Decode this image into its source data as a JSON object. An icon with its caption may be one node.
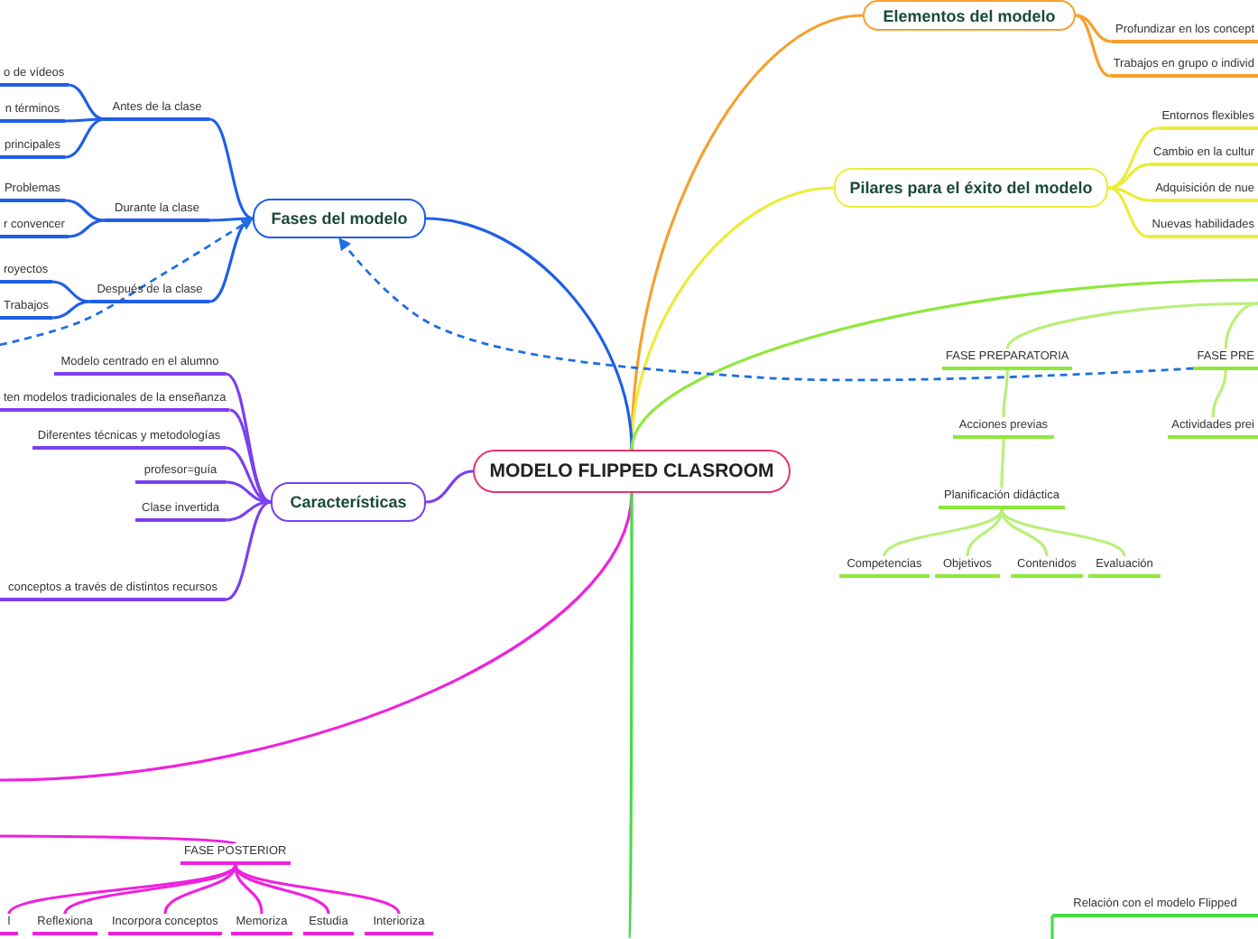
{
  "diagram": {
    "nodes": [
      {
        "text": [
          "MODELO FLIPPED CLASROOM"
        ]
      },
      {
        "text": [
          "Elementos del modelo"
        ]
      },
      {
        "text": [
          "Profundizar en los concept"
        ]
      },
      {
        "text": [
          "Trabajos en grupo o individ"
        ]
      },
      {
        "text": [
          "Pilares para el éxito del modelo"
        ]
      },
      {
        "text": [
          "Entornos flexibles"
        ]
      },
      {
        "text": [
          "Cambio en la cultur"
        ]
      },
      {
        "text": [
          "Adquisición de nue"
        ]
      },
      {
        "text": [
          "Nuevas habilidades"
        ]
      },
      {
        "text": [
          "Fases del modelo"
        ]
      },
      {
        "text": [
          "Antes de la clase"
        ]
      },
      {
        "text": [
          "o de vídeos"
        ]
      },
      {
        "text": [
          "n términos"
        ]
      },
      {
        "text": [
          "principales"
        ]
      },
      {
        "text": [
          "Durante la clase"
        ]
      },
      {
        "text": [
          "Problemas"
        ]
      },
      {
        "text": [
          "r convencer"
        ]
      },
      {
        "text": [
          "Después de la clase"
        ]
      },
      {
        "text": [
          "royectos"
        ]
      },
      {
        "text": [
          "Trabajos"
        ]
      },
      {
        "text": [
          "Características"
        ]
      },
      {
        "text": [
          "Modelo centrado en el alumno"
        ]
      },
      {
        "text": [
          "ten modelos tradicionales de la enseñanza"
        ]
      },
      {
        "text": [
          "Diferentes técnicas y metodologías"
        ]
      },
      {
        "text": [
          "profesor=guía"
        ]
      },
      {
        "text": [
          "Clase invertida"
        ]
      },
      {
        "text": [
          "conceptos a través de distintos recursos"
        ]
      },
      {
        "text": [
          "FASE POSTERIOR"
        ]
      },
      {
        "text": [
          "l"
        ]
      },
      {
        "text": [
          "Reflexiona"
        ]
      },
      {
        "text": [
          "Incorpora conceptos"
        ]
      },
      {
        "text": [
          "Memoriza"
        ]
      },
      {
        "text": [
          "Estudia"
        ]
      },
      {
        "text": [
          "Interioriza"
        ]
      },
      {
        "text": [
          "FASE PREPARATORIA"
        ]
      },
      {
        "text": [
          "FASE PRE"
        ]
      },
      {
        "text": [
          "Acciones previas"
        ]
      },
      {
        "text": [
          "Actividades prei"
        ]
      },
      {
        "text": [
          "Planificación didáctica"
        ]
      },
      {
        "text": [
          "Competencias"
        ]
      },
      {
        "text": [
          "Objetivos"
        ]
      },
      {
        "text": [
          "Contenidos"
        ]
      },
      {
        "text": [
          "Evaluación"
        ]
      },
      {
        "text": [
          "Relación con el modelo Flipped"
        ]
      }
    ],
    "edges": [
      {
        "from": 0,
        "to": 1,
        "arrow": "none",
        "color": "#f5a030"
      },
      {
        "from": 0,
        "to": 4,
        "arrow": "none",
        "color": "#ecec3a"
      },
      {
        "from": 0,
        "to": 9,
        "arrow": "none",
        "color": "#1f5fe8"
      },
      {
        "from": 0,
        "to": 20,
        "arrow": "none",
        "color": "#7b3ff0"
      },
      {
        "from": 0,
        "to": null,
        "arrow": "none",
        "color": "#ee22dd"
      },
      {
        "from": 0,
        "to": null,
        "arrow": "none",
        "color": "#8ee83a"
      },
      {
        "from": 0,
        "to": null,
        "arrow": "none",
        "color": "#44dd44"
      },
      {
        "from": 1,
        "to": 2,
        "arrow": "none",
        "color": "#f5a030"
      },
      {
        "from": 1,
        "to": 3,
        "arrow": "none",
        "color": "#f5a030"
      },
      {
        "from": 4,
        "to": 5,
        "arrow": "none",
        "color": "#ecec3a"
      },
      {
        "from": 4,
        "to": 6,
        "arrow": "none",
        "color": "#ecec3a"
      },
      {
        "from": 4,
        "to": 7,
        "arrow": "none",
        "color": "#ecec3a"
      },
      {
        "from": 4,
        "to": 8,
        "arrow": "none",
        "color": "#ecec3a"
      },
      {
        "from": 9,
        "to": 10,
        "arrow": "none",
        "color": "#1f5fe8"
      },
      {
        "from": 9,
        "to": 14,
        "arrow": "none",
        "color": "#1f5fe8"
      },
      {
        "from": 9,
        "to": 17,
        "arrow": "none",
        "color": "#1f5fe8"
      },
      {
        "from": 10,
        "to": 11,
        "arrow": "none",
        "color": "#1f5fe8"
      },
      {
        "from": 10,
        "to": 12,
        "arrow": "none",
        "color": "#1f5fe8"
      },
      {
        "from": 10,
        "to": 13,
        "arrow": "none",
        "color": "#1f5fe8"
      },
      {
        "from": 14,
        "to": 15,
        "arrow": "none",
        "color": "#1f5fe8"
      },
      {
        "from": 14,
        "to": 16,
        "arrow": "none",
        "color": "#1f5fe8"
      },
      {
        "from": 17,
        "to": 18,
        "arrow": "none",
        "color": "#1f5fe8"
      },
      {
        "from": 17,
        "to": 19,
        "arrow": "none",
        "color": "#1f5fe8"
      },
      {
        "from": 20,
        "to": 21,
        "arrow": "none",
        "color": "#7b3ff0"
      },
      {
        "from": 20,
        "to": 22,
        "arrow": "none",
        "color": "#7b3ff0"
      },
      {
        "from": 20,
        "to": 23,
        "arrow": "none",
        "color": "#7b3ff0"
      },
      {
        "from": 20,
        "to": 24,
        "arrow": "none",
        "color": "#7b3ff0"
      },
      {
        "from": 20,
        "to": 25,
        "arrow": "none",
        "color": "#7b3ff0"
      },
      {
        "from": 20,
        "to": 26,
        "arrow": "none",
        "color": "#7b3ff0"
      },
      {
        "from": null,
        "to": 27,
        "arrow": "none",
        "color": "#ee22dd"
      },
      {
        "from": 27,
        "to": 28,
        "arrow": "none",
        "color": "#ee22dd"
      },
      {
        "from": 27,
        "to": 29,
        "arrow": "none",
        "color": "#ee22dd"
      },
      {
        "from": 27,
        "to": 30,
        "arrow": "none",
        "color": "#ee22dd"
      },
      {
        "from": 27,
        "to": 31,
        "arrow": "none",
        "color": "#ee22dd"
      },
      {
        "from": 27,
        "to": 32,
        "arrow": "none",
        "color": "#ee22dd"
      },
      {
        "from": 27,
        "to": 33,
        "arrow": "none",
        "color": "#ee22dd"
      },
      {
        "from": null,
        "to": 34,
        "arrow": "none",
        "color": "#b8f07a"
      },
      {
        "from": null,
        "to": 35,
        "arrow": "none",
        "color": "#b8f07a"
      },
      {
        "from": 34,
        "to": 36,
        "arrow": "none",
        "color": "#b8f07a"
      },
      {
        "from": 36,
        "to": 38,
        "arrow": "none",
        "color": "#b8f07a"
      },
      {
        "from": 38,
        "to": 39,
        "arrow": "none",
        "color": "#b8f07a"
      },
      {
        "from": 38,
        "to": 40,
        "arrow": "none",
        "color": "#b8f07a"
      },
      {
        "from": 38,
        "to": 41,
        "arrow": "none",
        "color": "#b8f07a"
      },
      {
        "from": 38,
        "to": 42,
        "arrow": "none",
        "color": "#b8f07a"
      },
      {
        "from": 35,
        "to": 37,
        "arrow": "none",
        "color": "#b8f07a"
      },
      {
        "from": null,
        "to": 43,
        "arrow": "none",
        "color": "#44dd44"
      },
      {
        "from": 35,
        "to": 9,
        "arrow": "to",
        "style": "dashed",
        "color": "#1f6fe0"
      },
      {
        "from": null,
        "to": 9,
        "arrow": "to",
        "style": "dashed",
        "color": "#1f6fe0"
      }
    ]
  }
}
